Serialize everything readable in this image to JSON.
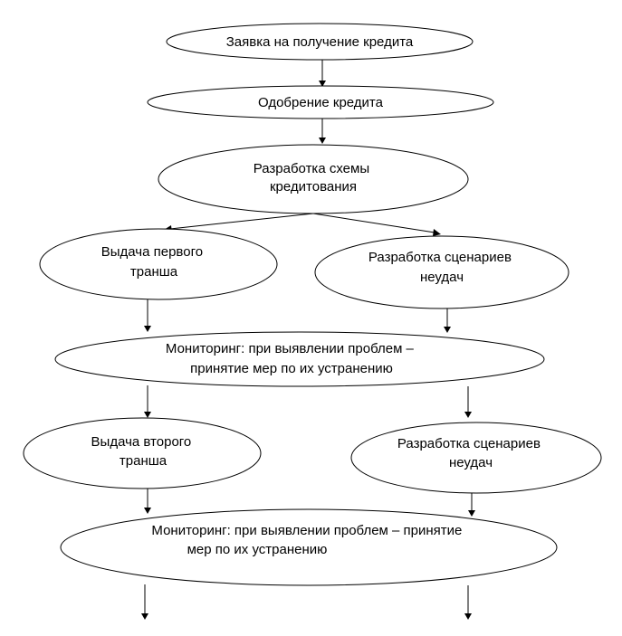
{
  "nodes": {
    "application": {
      "lines": [
        "Заявка на получение кредита"
      ]
    },
    "approval": {
      "lines": [
        "Одобрение кредита"
      ]
    },
    "scheme": {
      "lines": [
        "Разработка схемы",
        "кредитования"
      ]
    },
    "tranche1": {
      "lines": [
        "Выдача первого",
        "транша"
      ]
    },
    "scenarios1": {
      "lines": [
        "Разработка сценариев",
        "неудач"
      ]
    },
    "monitoring1": {
      "lines": [
        "Мониторинг: при выявлении проблем –",
        "принятие мер по их устранению"
      ]
    },
    "tranche2": {
      "lines": [
        "Выдача второго",
        "транша"
      ]
    },
    "scenarios2": {
      "lines": [
        "Разработка сценариев",
        "неудач"
      ]
    },
    "monitoring2": {
      "lines": [
        "Мониторинг: при выявлении проблем – принятие",
        "мер по их устранению"
      ]
    }
  }
}
